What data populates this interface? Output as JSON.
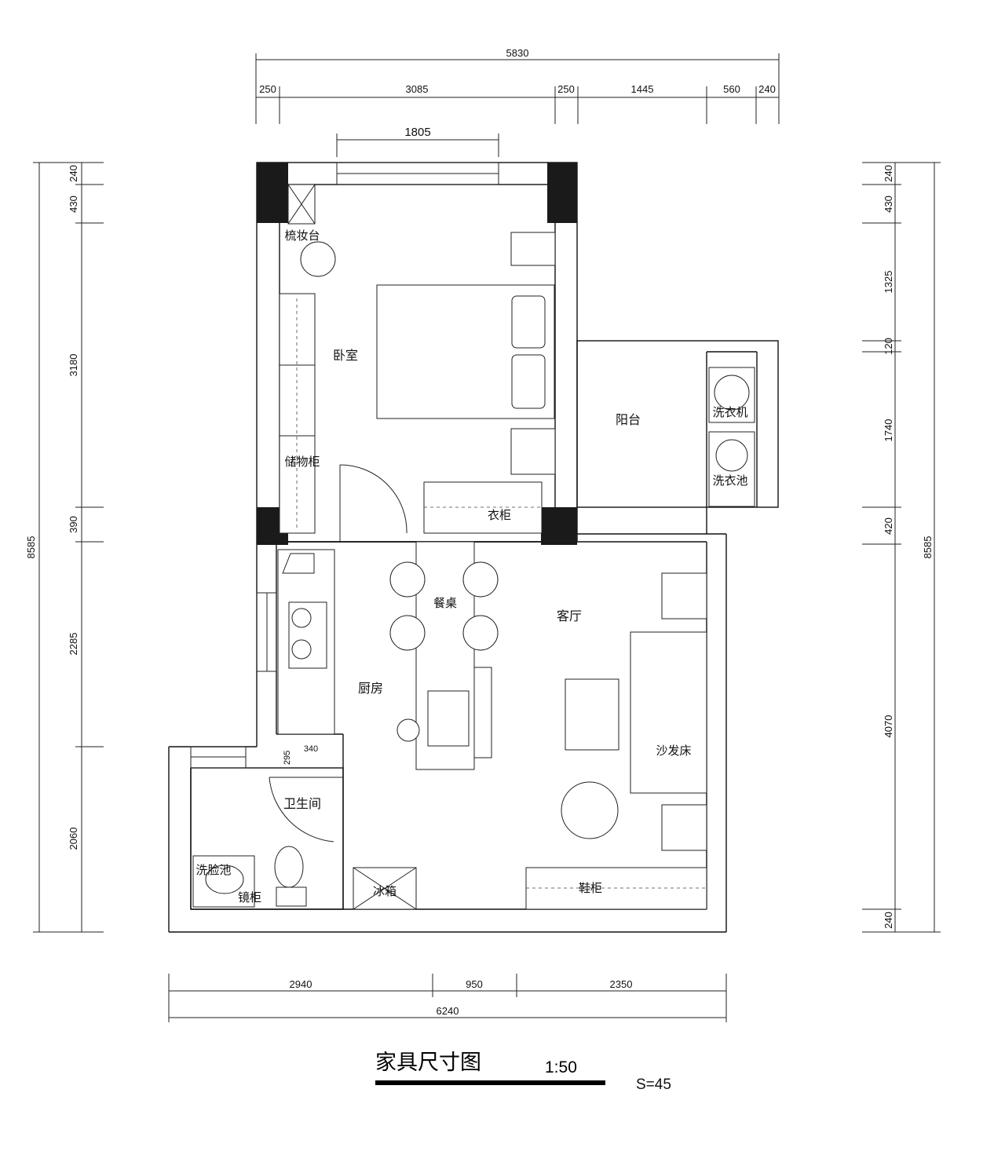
{
  "dimensions": {
    "top_total": "5830",
    "top_segments": [
      "250",
      "3085",
      "250",
      "1445",
      "560",
      "240"
    ],
    "window_width": "1805",
    "left_total": "8585",
    "left_segments": [
      "240",
      "430",
      "3180",
      "390",
      "2285",
      "2060"
    ],
    "right_total": "8585",
    "right_segments": [
      "240",
      "430",
      "1325",
      "120",
      "1740",
      "420",
      "4070",
      "240"
    ],
    "bottom_segments": [
      "2940",
      "950",
      "2350"
    ],
    "bottom_total": "6240",
    "bath_small_1": "340",
    "bath_small_2": "295"
  },
  "rooms": {
    "bedroom": "卧室",
    "balcony": "阳台",
    "living": "客厅",
    "kitchen": "厨房",
    "bathroom": "卫生间"
  },
  "furniture": {
    "dresser": "梳妆台",
    "storage": "储物柜",
    "wardrobe": "衣柜",
    "washer": "洗衣机",
    "laundry_sink": "洗衣池",
    "dining_table": "餐桌",
    "sofa_bed": "沙发床",
    "wash_basin": "洗脸池",
    "mirror_cabinet": "镜柜",
    "fridge": "冰箱",
    "shoe_cabinet": "鞋柜"
  },
  "title_block": {
    "title": "家具尺寸图",
    "scale": "1:50",
    "s_value": "S=45"
  }
}
